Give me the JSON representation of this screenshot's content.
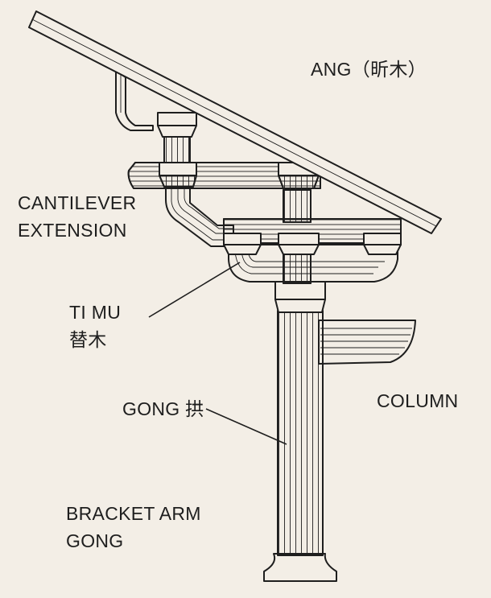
{
  "labels": {
    "ang": "ANG（昕木）",
    "cantilever_line1": "CANTILEVER",
    "cantilever_line2": "EXTENSION",
    "timu_line1": "TI MU",
    "timu_line2": "替木",
    "gong": "GONG 拱",
    "column": "COLUMN",
    "bracket_line1": "BRACKET ARM",
    "bracket_line2": "GONG"
  },
  "colors": {
    "background": "#f3eee6",
    "ink": "#1e1e1e",
    "wood": "#f3eee6"
  }
}
